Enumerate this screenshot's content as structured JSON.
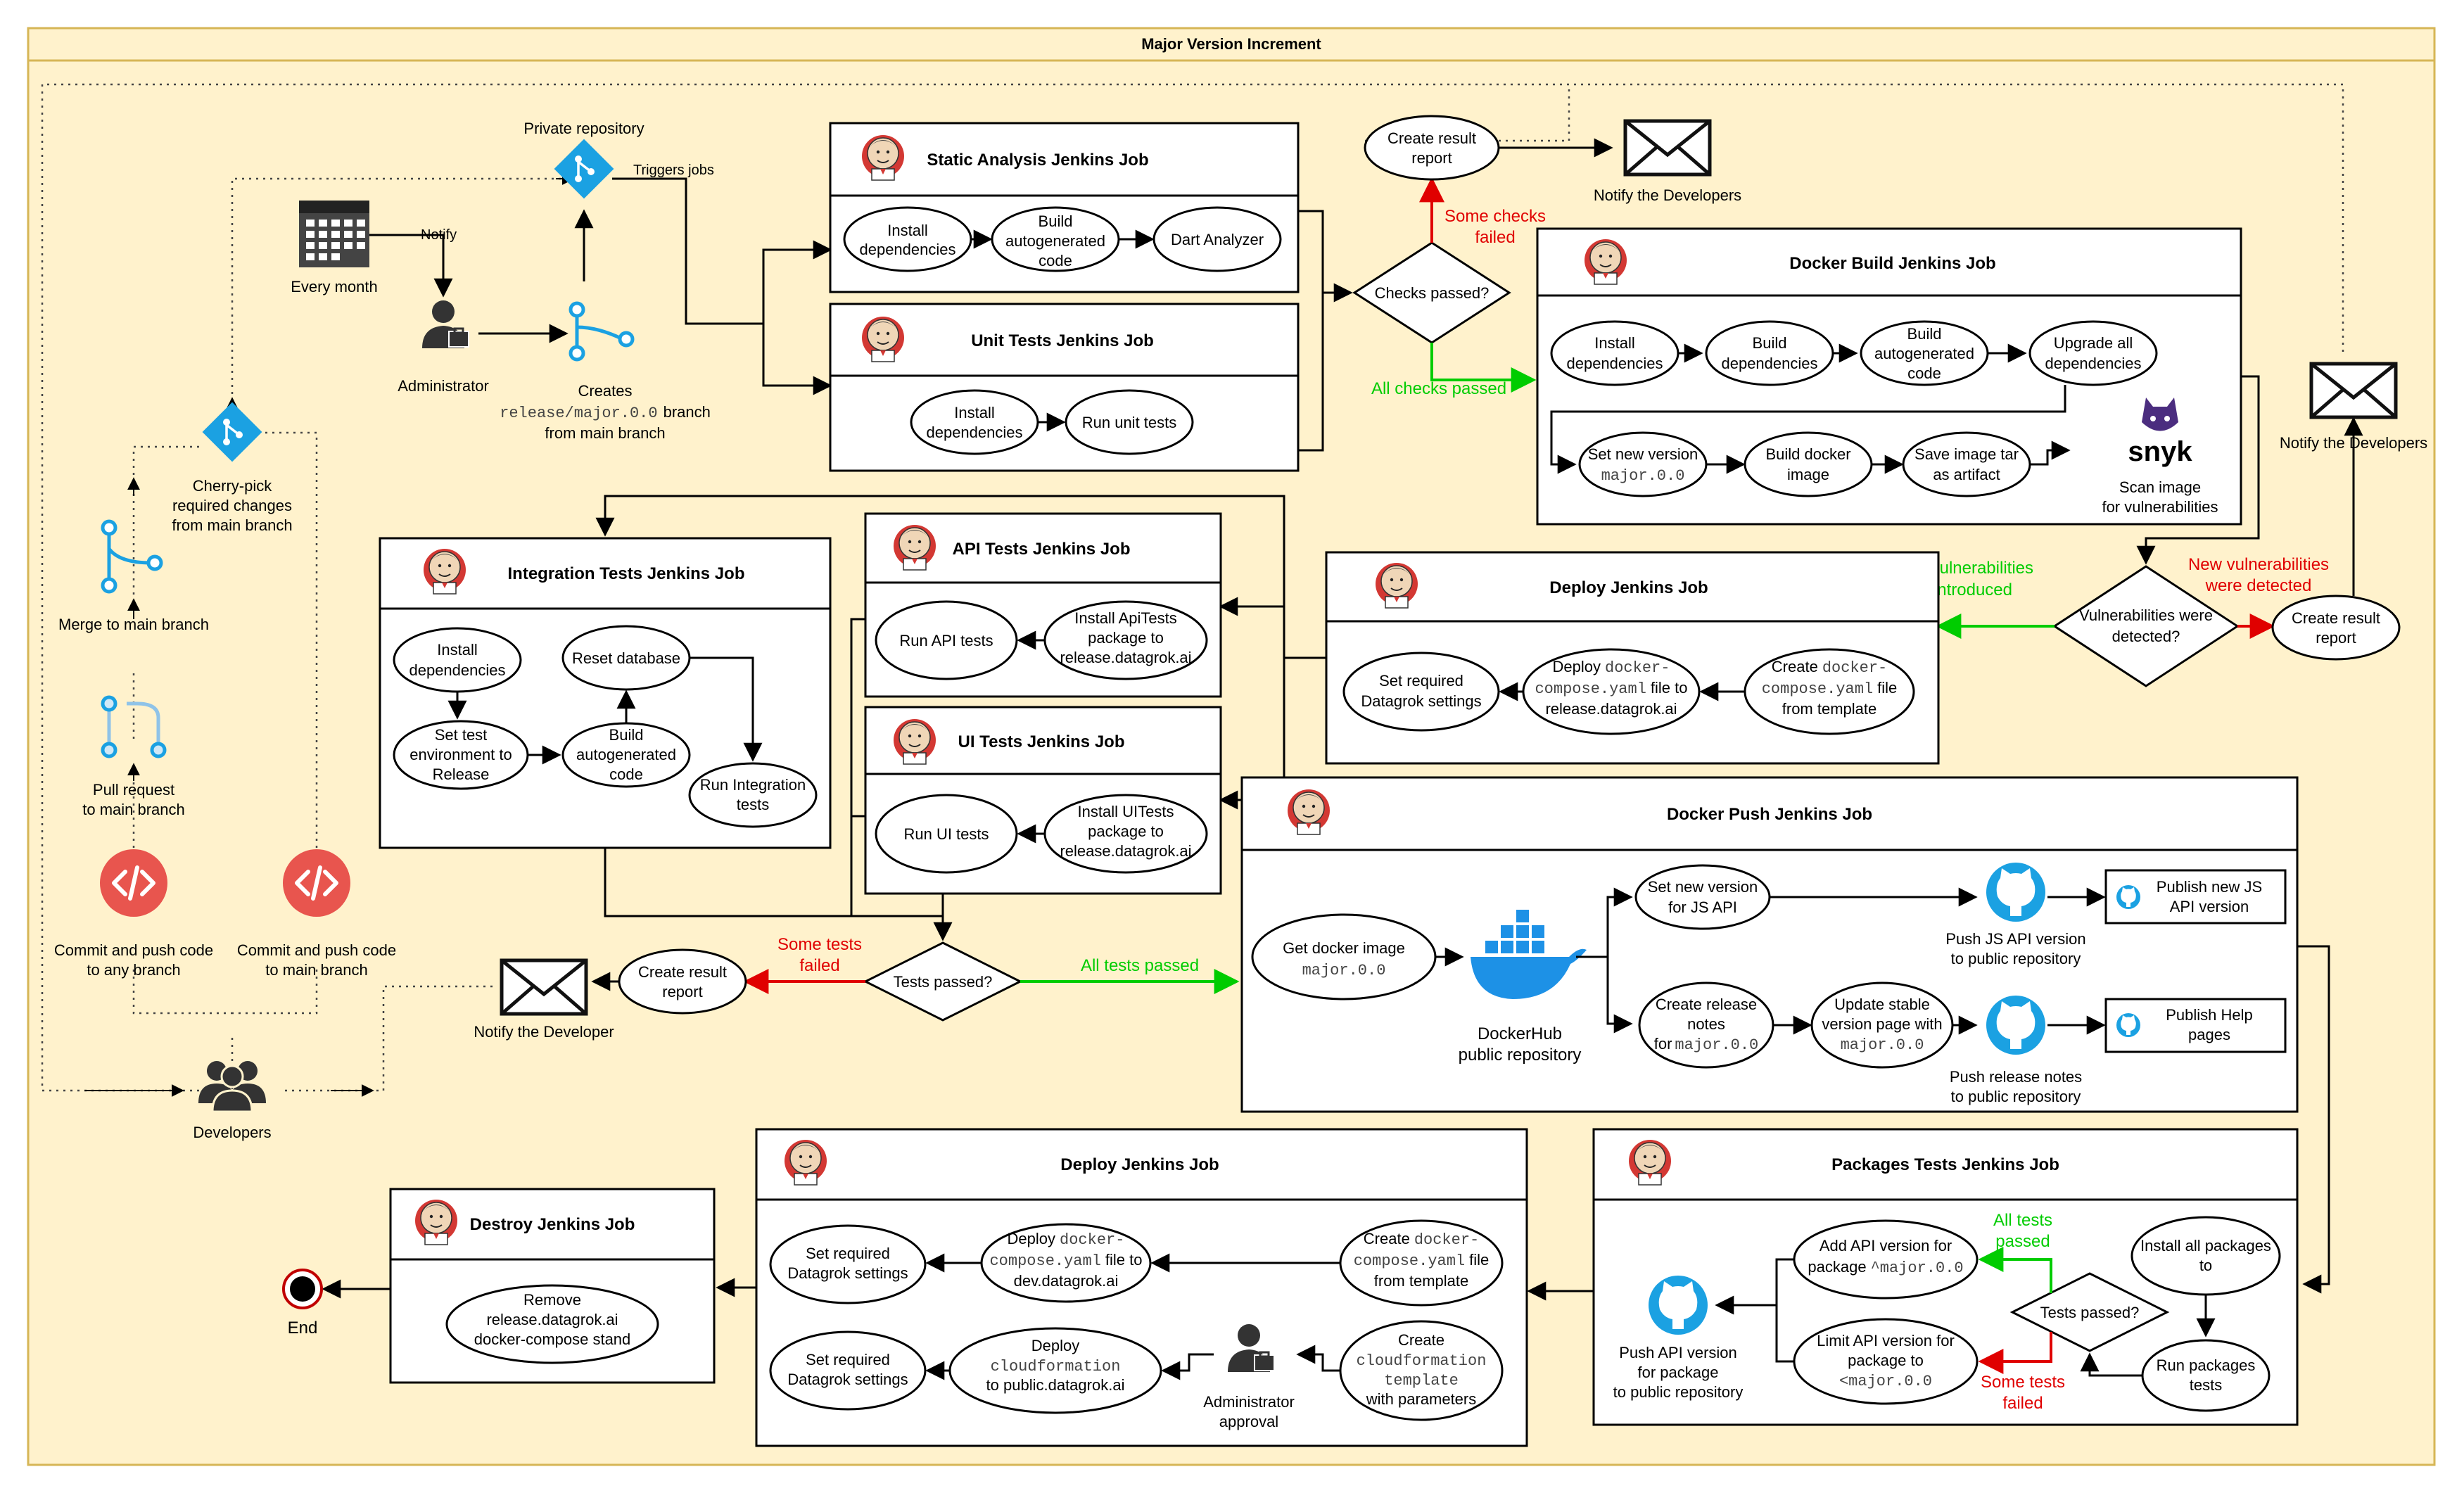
{
  "title": "Major Version Increment",
  "nodes": {
    "private_repo": "Private repository",
    "triggers_jobs": "Triggers jobs",
    "every_month": "Every month",
    "notify": "Notify",
    "administrator": "Administrator",
    "creates_1": "Creates",
    "creates_2": "release/major.0.0",
    "creates_2b": "branch",
    "creates_3": "from main branch",
    "cherry_1": "Cherry-pick",
    "cherry_2": "required changes",
    "cherry_3": "from main branch",
    "merge": "Merge to main branch",
    "pr_1": "Pull request",
    "pr_2": "to main branch",
    "commit_any_1": "Commit and push code",
    "commit_any_2": "to any branch",
    "commit_main_1": "Commit and push code",
    "commit_main_2": "to main branch",
    "developers": "Developers",
    "notify_developer": "Notify the Developer",
    "notify_developers_top": "Notify the Developers",
    "notify_developers_right": "Notify the Developers",
    "end": "End"
  },
  "static_job": {
    "title": "Static Analysis Jenkins Job",
    "s1a": "Install",
    "s1b": "dependencies",
    "s2a": "Build",
    "s2b": "autogenerated",
    "s2c": "code",
    "s3": "Dart Analyzer"
  },
  "unit_job": {
    "title": "Unit Tests Jenkins Job",
    "s1a": "Install",
    "s1b": "dependencies",
    "s2": "Run unit tests"
  },
  "checks": {
    "create_a": "Create result",
    "create_b": "report",
    "failed_a": "Some checks",
    "failed_b": "failed",
    "question": "Checks passed?",
    "passed": "All checks passed"
  },
  "docker_build": {
    "title": "Docker Build Jenkins Job",
    "s1a": "Install",
    "s1b": "dependencies",
    "s2a": "Build",
    "s2b": "dependencies",
    "s3a": "Build",
    "s3b": "autogenerated",
    "s3c": "code",
    "s4a": "Upgrade all",
    "s4b": "dependencies",
    "s5a": "Set new version",
    "s5b": "major.0.0",
    "s6a": "Build docker",
    "s6b": "image",
    "s7a": "Save image tar",
    "s7b": "as artifact",
    "snyk": "snyk",
    "scan_a": "Scan image",
    "scan_b": "for vulnerabilities"
  },
  "vuln": {
    "question_a": "Vulnerabilities were",
    "question_b": "detected?",
    "no_a": "No new vulnerabilities",
    "no_b": "were introduced",
    "yes_a": "New vulnerabilities",
    "yes_b": "were detected",
    "create_a": "Create result",
    "create_b": "report"
  },
  "deploy1": {
    "title": "Deploy Jenkins Job",
    "s1a": "Create",
    "s1b": "docker-",
    "s1c": "compose.yaml",
    "s1d": "file",
    "s1e": "from template",
    "s2a": "Deploy",
    "s2b": "docker-",
    "s2c": "compose.yaml",
    "s2d": "file to",
    "s2e": "release.datagrok.ai",
    "s3a": "Set required",
    "s3b": "Datagrok settings"
  },
  "api_job": {
    "title": "API Tests Jenkins Job",
    "s1": "Run API tests",
    "s2a": "Install ApiTests",
    "s2b": "package to",
    "s2c": "release.datagrok.ai"
  },
  "ui_job": {
    "title": "UI Tests Jenkins Job",
    "s1": "Run UI tests",
    "s2a": "Install UITests",
    "s2b": "package to",
    "s2c": "release.datagrok.ai"
  },
  "integration_job": {
    "title": "Integration Tests Jenkins Job",
    "s1a": "Install",
    "s1b": "dependencies",
    "s2a": "Set test",
    "s2b": "environment to",
    "s2c": "Release",
    "s3a": "Build",
    "s3b": "autogenerated",
    "s3c": "code",
    "s4": "Reset database",
    "s5a": "Run Integration",
    "s5b": "tests"
  },
  "tests": {
    "question": "Tests passed?",
    "failed_a": "Some tests",
    "failed_b": "failed",
    "passed": "All tests passed",
    "create_a": "Create result",
    "create_b": "report"
  },
  "docker_push": {
    "title": "Docker Push Jenkins Job",
    "get_a": "Get docker image",
    "get_b": "major.0.0",
    "hub_a": "DockerHub",
    "hub_b": "public repository",
    "setv_a": "Set new version",
    "setv_b": "for JS API",
    "push_js_a": "Push JS API version",
    "push_js_b": "to public repository",
    "pub_js_a": "Publish new JS",
    "pub_js_b": "API version",
    "notes_a": "Create release",
    "notes_b": "notes",
    "notes_c": "for",
    "notes_d": "major.0.0",
    "stable_a": "Update stable",
    "stable_b": "version page with",
    "stable_c": "major.0.0",
    "push_notes_a": "Push release notes",
    "push_notes_b": "to public repository",
    "pub_help_a": "Publish Help",
    "pub_help_b": "pages"
  },
  "packages_job": {
    "title": "Packages Tests Jenkins Job",
    "install_a": "Install all packages",
    "install_b": "to",
    "run_a": "Run packages",
    "run_b": "tests",
    "question": "Tests passed?",
    "passed_a": "All tests",
    "passed_b": "passed",
    "failed_a": "Some tests",
    "failed_b": "failed",
    "add_a": "Add API version for",
    "add_b": "package",
    "add_c": "^major.0.0",
    "limit_a": "Limit API version for",
    "limit_b": "package to",
    "limit_c": "<major.0.0",
    "push_a": "Push API version",
    "push_b": "for package",
    "push_c": "to public repository"
  },
  "deploy2": {
    "title": "Deploy Jenkins Job",
    "c1a": "Create",
    "c1b": "docker-",
    "c1c": "compose.yaml",
    "c1d": "file",
    "c1e": "from template",
    "d1a": "Deploy",
    "d1b": "docker-",
    "d1c": "compose.yaml",
    "d1d": "file to",
    "d1e": "dev.datagrok.ai",
    "s1a": "Set required",
    "s1b": "Datagrok settings",
    "c2a": "Create",
    "c2b": "cloudformation",
    "c2c": "template",
    "c2d": "with parameters",
    "admin_a": "Administrator",
    "admin_b": "approval",
    "d2a": "Deploy",
    "d2b": "cloudformation",
    "d2c": "to public.datagrok.ai",
    "s2a": "Set required",
    "s2b": "Datagrok settings"
  },
  "destroy_job": {
    "title": "Destroy Jenkins Job",
    "s1a": "Remove",
    "s1b": "release.datagrok.ai",
    "s1c": "docker-compose stand"
  },
  "colors": {
    "background": "#fff2cc",
    "border": "#d6b656",
    "git": "#1ba1e2",
    "code": "#e74c3c",
    "green": "#00cc00",
    "red": "#e00000",
    "docker": "#1d91e6"
  },
  "icons": [
    "calendar-icon",
    "administrator-icon",
    "git-branch-icon",
    "git-repo-icon",
    "git-merge-icon",
    "pull-request-icon",
    "code-icon",
    "developers-icon",
    "envelope-icon",
    "jenkins-icon",
    "snyk-icon",
    "docker-icon",
    "github-icon",
    "end-icon"
  ]
}
